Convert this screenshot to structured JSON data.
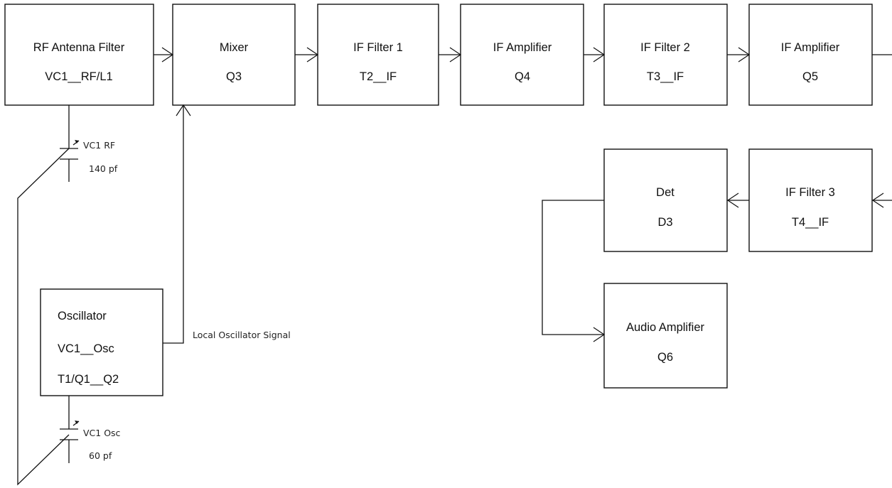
{
  "blocks": {
    "rf_filter": {
      "title": "RF Antenna Filter",
      "part": "VC1__RF/L1"
    },
    "mixer": {
      "title": "Mixer",
      "part": "Q3"
    },
    "if_filter_1": {
      "title": "IF Filter 1",
      "part": "T2__IF"
    },
    "if_amp_1": {
      "title": "IF Amplifier",
      "part": "Q4"
    },
    "if_filter_2": {
      "title": "IF Filter 2",
      "part": "T3__IF"
    },
    "if_amp_2": {
      "title": "IF Amplifier",
      "part": "Q5"
    },
    "detector": {
      "title": "Det",
      "part": "D3"
    },
    "if_filter_3": {
      "title": "IF Filter 3",
      "part": "T4__IF"
    },
    "audio_amp": {
      "title": "Audio Amplifier",
      "part": "Q6"
    },
    "oscillator": {
      "title": "Oscillator",
      "line2": "VC1__Osc",
      "line3": "T1/Q1__Q2"
    }
  },
  "capacitors": {
    "vc1_rf": {
      "name": "VC1 RF",
      "value": "140 pf"
    },
    "vc1_osc": {
      "name": "VC1 Osc",
      "value": "60 pf"
    }
  },
  "labels": {
    "local_osc_signal": "Local Oscillator Signal"
  }
}
